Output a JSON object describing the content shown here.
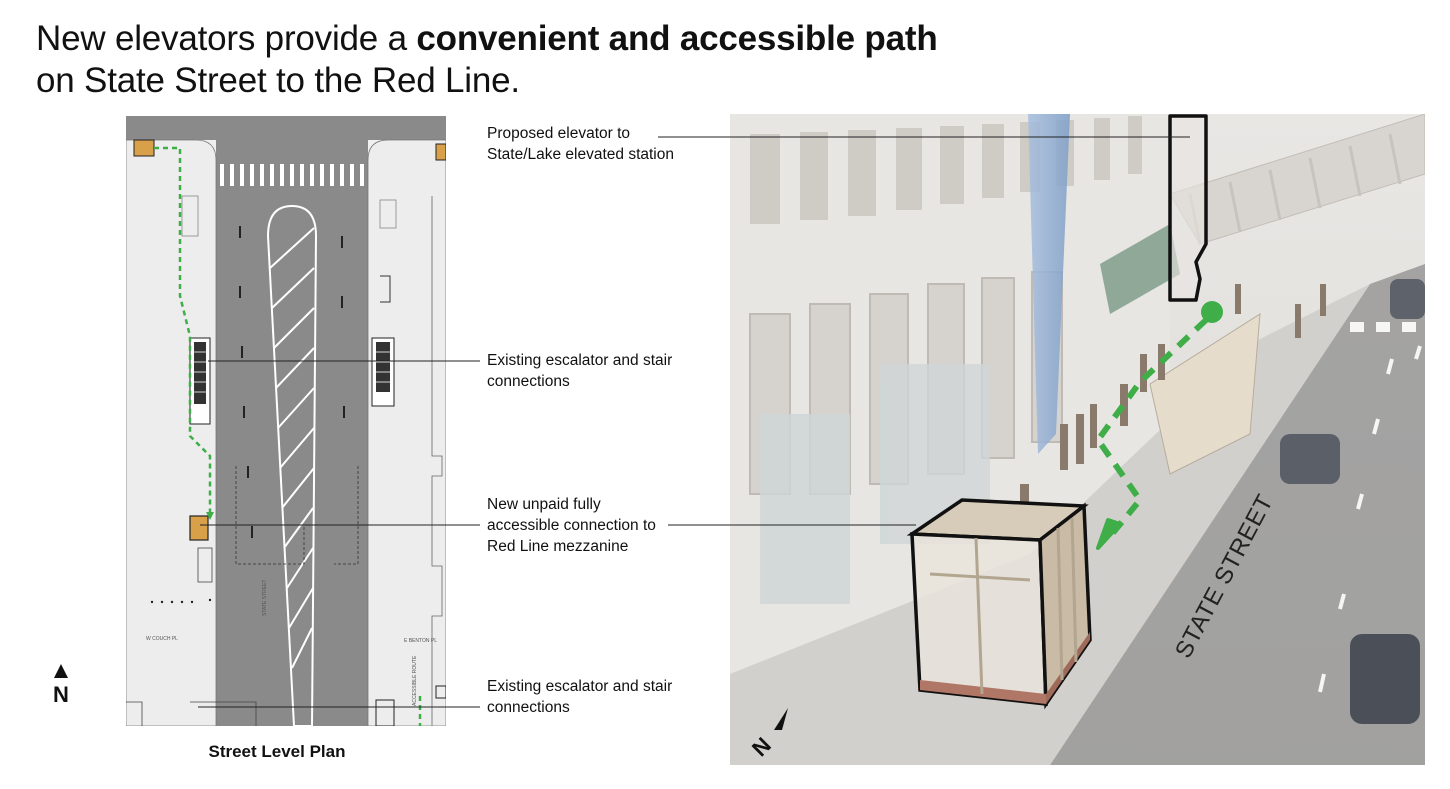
{
  "headline": {
    "line1_prefix": "New elevators provide a ",
    "line1_bold": "convenient and accessible path",
    "line2": "on State Street to the Red Line."
  },
  "callouts": [
    {
      "text": "Proposed elevator to State/Lake elevated station"
    },
    {
      "text": "Existing escalator and stair connections"
    },
    {
      "text": "New unpaid fully accessible connection to Red Line mezzanine"
    },
    {
      "text": "Existing escalator and stair connections"
    }
  ],
  "plan": {
    "caption": "Street Level Plan",
    "north_label": "N",
    "street_labels": [
      "W COUCH PL",
      "STATE STREET",
      "E BENTON PL",
      "ACCESSIBLE ROUTE"
    ]
  },
  "photo": {
    "street_label": "STATE STREET",
    "north_label": "N"
  },
  "colors": {
    "path_green": "#3fae49",
    "elevator_tan": "#d9a04a",
    "road_gray": "#8a8a8a",
    "outline": "#111111"
  }
}
